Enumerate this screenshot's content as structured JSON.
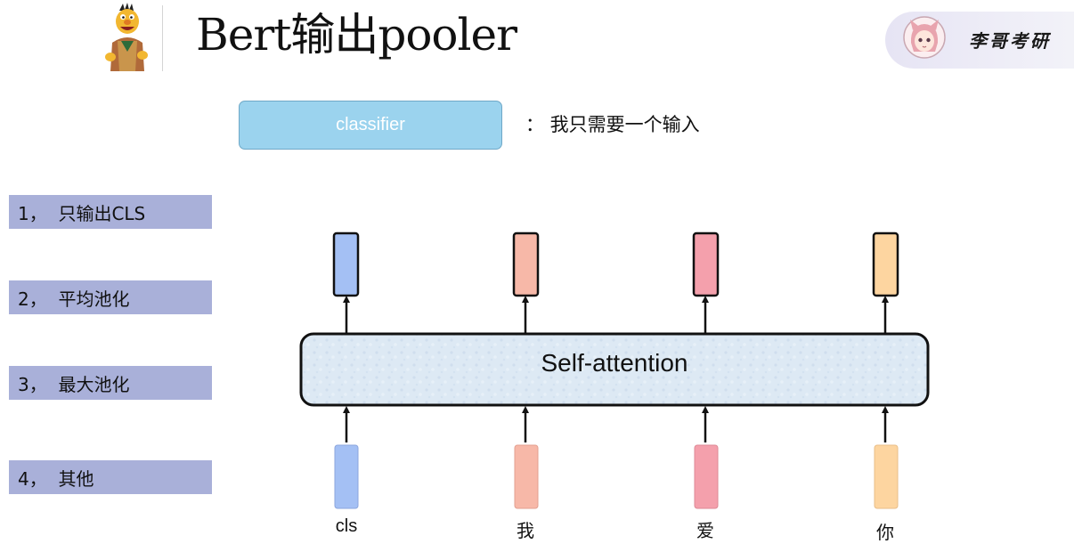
{
  "header": {
    "title": "Bert输出pooler",
    "brand_name": "李哥考研"
  },
  "classifier": {
    "label": "classifier",
    "note": "： 我只需要一个输入"
  },
  "methods": [
    {
      "label": "1，  只输出CLS"
    },
    {
      "label": "2，  平均池化"
    },
    {
      "label": "3，  最大池化"
    },
    {
      "label": "4，  其他"
    }
  ],
  "diagram": {
    "block_label": "Self-attention",
    "tokens": [
      {
        "label": "cls",
        "color": "#a4c0f4"
      },
      {
        "label": "我",
        "color": "#f7b8a8"
      },
      {
        "label": "爱",
        "color": "#f4a0ac"
      },
      {
        "label": "你",
        "color": "#fdd5a0"
      }
    ],
    "block_fill": "#dde9f4",
    "classifier_color": "#9bd3ee",
    "method_color": "#a9b0d9"
  }
}
